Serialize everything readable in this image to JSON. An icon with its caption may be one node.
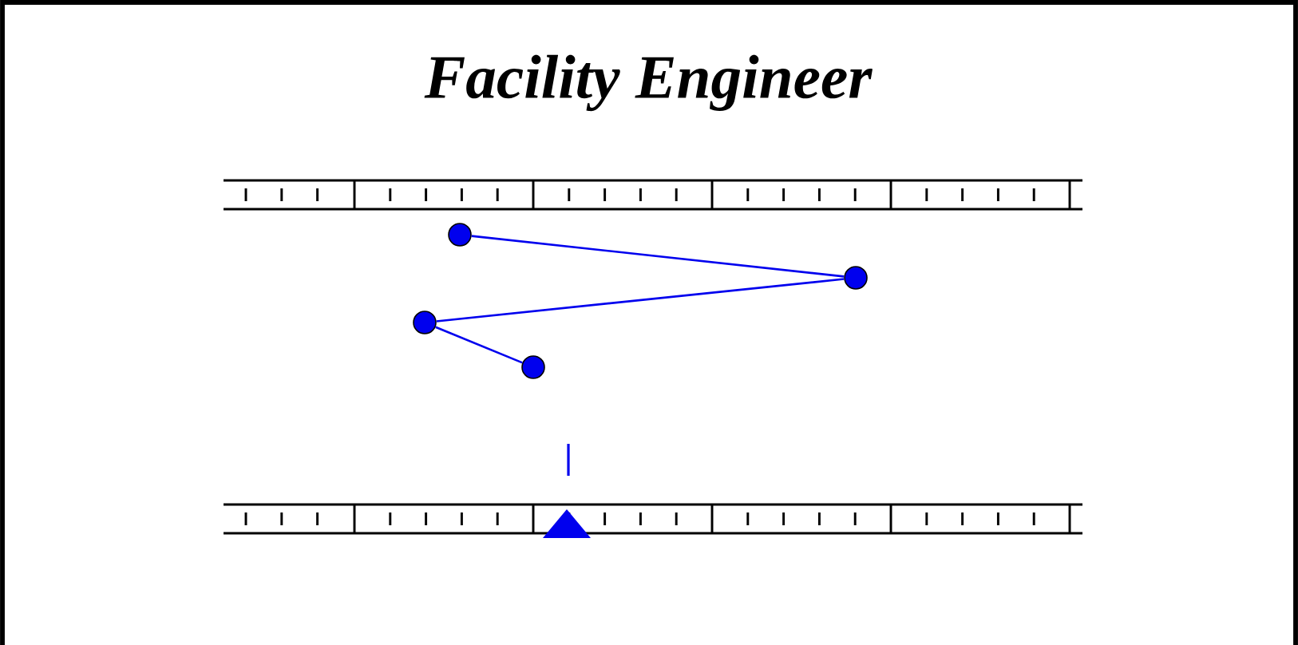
{
  "diagram": {
    "title": "Facility Engineer",
    "nodes": [
      {
        "text": [],
        "shape": "circle"
      },
      {
        "text": [],
        "shape": "circle"
      },
      {
        "text": [],
        "shape": "circle"
      },
      {
        "text": [],
        "shape": "circle"
      }
    ],
    "edges": [
      {
        "from": 0,
        "to": 1,
        "arrow": "none"
      },
      {
        "from": 1,
        "to": 2,
        "arrow": "none"
      },
      {
        "from": 2,
        "to": 3,
        "arrow": "none"
      }
    ]
  }
}
